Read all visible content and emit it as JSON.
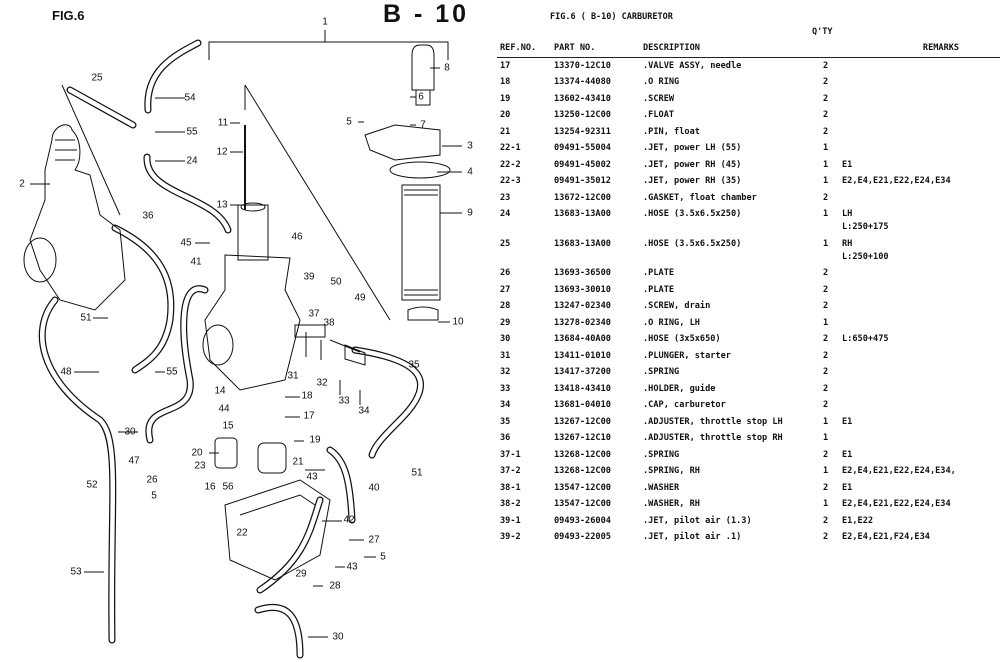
{
  "header": {
    "figure_label": "FIG.6",
    "sheet_code": "B - 10",
    "table_title": "FIG.6  (  B-10) CARBURETOR",
    "qty_label": "Q'TY"
  },
  "columns": {
    "ref": "REF.NO.",
    "part": "PART NO.",
    "desc": "DESCRIPTION",
    "remarks": "REMARKS"
  },
  "rows": [
    {
      "ref": "17",
      "part": "13370-12C10",
      "desc": ".VALVE ASSY, needle",
      "qty": "2",
      "remarks": ""
    },
    {
      "ref": "18",
      "part": "13374-44080",
      "desc": ".O RING",
      "qty": "2",
      "remarks": ""
    },
    {
      "ref": "19",
      "part": "13602-43410",
      "desc": ".SCREW",
      "qty": "2",
      "remarks": ""
    },
    {
      "ref": "20",
      "part": "13250-12C00",
      "desc": ".FLOAT",
      "qty": "2",
      "remarks": ""
    },
    {
      "ref": "21",
      "part": "13254-92311",
      "desc": ".PIN, float",
      "qty": "2",
      "remarks": ""
    },
    {
      "ref": "22-1",
      "part": "09491-55004",
      "desc": ".JET, power LH (55)",
      "qty": "1",
      "remarks": ""
    },
    {
      "ref": "22-2",
      "part": "09491-45002",
      "desc": ".JET, power RH (45)",
      "qty": "1",
      "remarks": "E1"
    },
    {
      "ref": "22-3",
      "part": "09491-35012",
      "desc": ".JET, power RH (35)",
      "qty": "1",
      "remarks": "E2,E4,E21,E22,E24,E34"
    },
    {
      "ref": "23",
      "part": "13672-12C00",
      "desc": ".GASKET, float chamber",
      "qty": "2",
      "remarks": ""
    },
    {
      "ref": "24",
      "part": "13683-13A00",
      "desc": ".HOSE (3.5x6.5x250)",
      "qty": "1",
      "remarks": "LH\nL:250+175"
    },
    {
      "ref": "25",
      "part": "13683-13A00",
      "desc": ".HOSE (3.5x6.5x250)",
      "qty": "1",
      "remarks": "RH\nL:250+100"
    },
    {
      "ref": "26",
      "part": "13693-36500",
      "desc": ".PLATE",
      "qty": "2",
      "remarks": ""
    },
    {
      "ref": "27",
      "part": "13693-30010",
      "desc": ".PLATE",
      "qty": "2",
      "remarks": ""
    },
    {
      "ref": "28",
      "part": "13247-02340",
      "desc": ".SCREW, drain",
      "qty": "2",
      "remarks": ""
    },
    {
      "ref": "29",
      "part": "13278-02340",
      "desc": ".O RING, LH",
      "qty": "1",
      "remarks": ""
    },
    {
      "ref": "30",
      "part": "13684-40A00",
      "desc": ".HOSE (3x5x650)",
      "qty": "2",
      "remarks": "L:650+475"
    },
    {
      "ref": "31",
      "part": "13411-01010",
      "desc": ".PLUNGER, starter",
      "qty": "2",
      "remarks": ""
    },
    {
      "ref": "32",
      "part": "13417-37200",
      "desc": ".SPRING",
      "qty": "2",
      "remarks": ""
    },
    {
      "ref": "33",
      "part": "13418-43410",
      "desc": ".HOLDER, guide",
      "qty": "2",
      "remarks": ""
    },
    {
      "ref": "34",
      "part": "13681-04010",
      "desc": ".CAP, carburetor",
      "qty": "2",
      "remarks": ""
    },
    {
      "ref": "35",
      "part": "13267-12C00",
      "desc": ".ADJUSTER, throttle stop LH",
      "qty": "1",
      "remarks": "E1"
    },
    {
      "ref": "36",
      "part": "13267-12C10",
      "desc": ".ADJUSTER, throttle stop RH",
      "qty": "1",
      "remarks": ""
    },
    {
      "ref": "37-1",
      "part": "13268-12C00",
      "desc": ".SPRING",
      "qty": "2",
      "remarks": "E1"
    },
    {
      "ref": "37-2",
      "part": "13268-12C00",
      "desc": ".SPRING, RH",
      "qty": "1",
      "remarks": "E2,E4,E21,E22,E24,E34,"
    },
    {
      "ref": "38-1",
      "part": "13547-12C00",
      "desc": ".WASHER",
      "qty": "2",
      "remarks": "E1"
    },
    {
      "ref": "38-2",
      "part": "13547-12C00",
      "desc": ".WASHER, RH",
      "qty": "1",
      "remarks": "E2,E4,E21,E22,E24,E34"
    },
    {
      "ref": "39-1",
      "part": "09493-26004",
      "desc": ".JET, pilot air (1.3)",
      "qty": "2",
      "remarks": "E1,E22"
    },
    {
      "ref": "39-2",
      "part": "09493-22005",
      "desc": ".JET, pilot air   .1)",
      "qty": "2",
      "remarks": "E2,E4,E21,F24,E34"
    }
  ],
  "callouts": [
    "1",
    "8",
    "25",
    "54",
    "6",
    "55",
    "11",
    "5",
    "7",
    "3",
    "24",
    "12",
    "4",
    "2",
    "9",
    "13",
    "36",
    "45",
    "46",
    "41",
    "39",
    "50",
    "49",
    "51",
    "37",
    "38",
    "10",
    "35",
    "48",
    "55",
    "31",
    "32",
    "33",
    "34",
    "14",
    "18",
    "44",
    "17",
    "15",
    "30",
    "47",
    "19",
    "20",
    "21",
    "43",
    "40",
    "51",
    "26",
    "23",
    "16",
    "56",
    "5",
    "52",
    "42",
    "27",
    "22",
    "5",
    "43",
    "29",
    "28",
    "53",
    "30"
  ]
}
